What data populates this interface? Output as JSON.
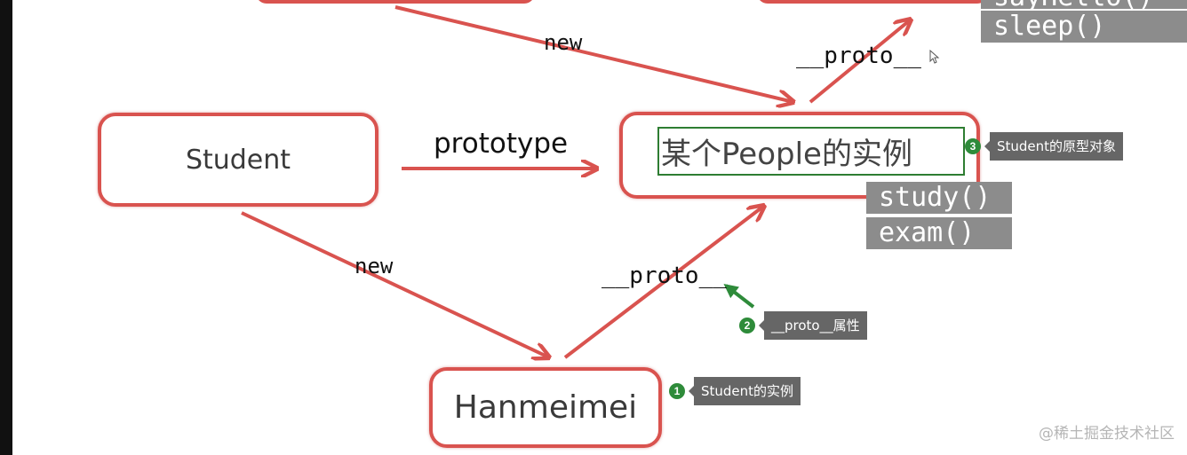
{
  "nodes": {
    "student": "Student",
    "people_instance": "某个People的实例",
    "hanmeimei": "Hanmeimei"
  },
  "edge_labels": {
    "new_top": "new",
    "proto_top": "__proto__",
    "prototype": "prototype",
    "new_bottom": "new",
    "proto_bottom": "__proto__"
  },
  "methods": {
    "top": [
      "sayHello()",
      "sleep()"
    ],
    "people": [
      "study()",
      "exam()"
    ]
  },
  "annotations": [
    {
      "number": "1",
      "text": "Student的实例"
    },
    {
      "number": "2",
      "text": "__proto__属性"
    },
    {
      "number": "3",
      "text": "Student的原型对象"
    }
  ],
  "watermark": "@稀土掘金技术社区",
  "colors": {
    "node_border": "#d9534f",
    "arrow": "#d9534f",
    "method_bg": "#8c8c8c",
    "annotation_green": "#2e8b3a",
    "tooltip_bg": "#666666"
  }
}
